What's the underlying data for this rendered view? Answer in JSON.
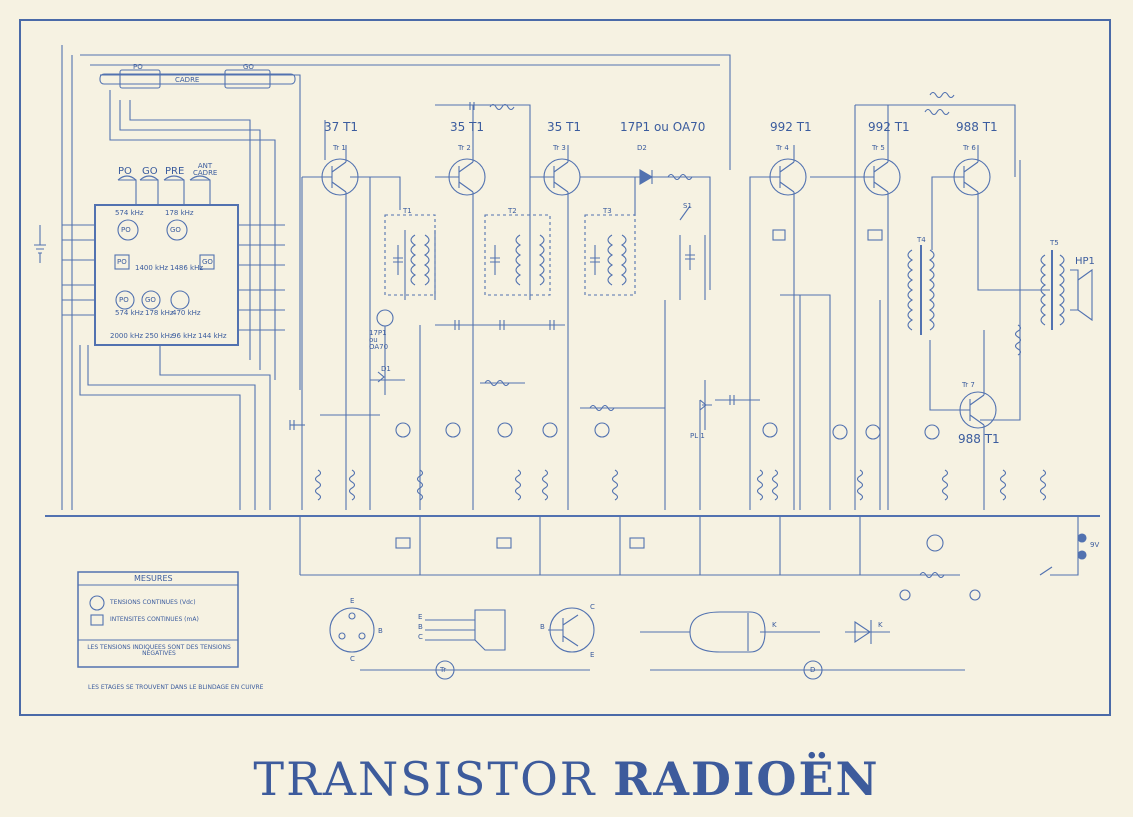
{
  "title": {
    "light": "TRANSISTOR",
    "bold": "RADIOËN"
  },
  "colors": {
    "ink": "#3b5c9e",
    "paper": "#f6f2e2"
  },
  "switch_block": {
    "tabs": [
      "PO",
      "GO",
      "PRE",
      "ANT CADRE"
    ],
    "coils": [
      "PO",
      "GO",
      "PO",
      "GO",
      "PO",
      "GO"
    ],
    "freq_top": [
      "574 kHz",
      "178 kHz"
    ],
    "freq_osc": [
      "1400 kHz",
      "1486 kHz"
    ],
    "freq_bottom": [
      "574 kHz",
      "178 kHz",
      "470 kHz"
    ],
    "freq_last": [
      "2000 kHz",
      "250 kHz",
      "96 kHz",
      "144 kHz"
    ]
  },
  "ferrite": {
    "left": "PO",
    "mid": "CADRE",
    "right": "GO"
  },
  "transistors": [
    {
      "ref": "Tr 1",
      "type": "37 T1"
    },
    {
      "ref": "Tr 2",
      "type": "35 T1"
    },
    {
      "ref": "Tr 3",
      "type": "35 T1"
    },
    {
      "ref": "Tr 4",
      "type": "992 T1"
    },
    {
      "ref": "Tr 5",
      "type": "992 T1"
    },
    {
      "ref": "Tr 6",
      "type": "988 T1"
    },
    {
      "ref": "Tr 7",
      "type": "988 T1"
    }
  ],
  "diode_block": {
    "type": "17P1 ou OA70",
    "ref": "D2"
  },
  "d1_block": {
    "type": "17P1 ou OA70",
    "ref": "D1"
  },
  "transformers": [
    "T1",
    "T2",
    "T3",
    "T4",
    "T5"
  ],
  "switch_s1": "S1",
  "pot": "PL 1",
  "speaker": "HP1",
  "battery_label": "9V",
  "legend": {
    "title": "MESURES",
    "row1": "TENSIONS CONTINUES (Vdc)",
    "row2": "INTENSITES CONTINUES (mA)",
    "note": "LES TENSIONS INDIQUEES SONT DES TENSIONS NEGATIVES"
  },
  "footer_note": "LES ETAGES SE TROUVENT DANS LE BLINDAGE EN CUIVRE",
  "pinout": {
    "tr_pins": [
      "E",
      "B",
      "C"
    ],
    "tr_side_pins": [
      "E",
      "B",
      "C"
    ],
    "tr_symbol_pins": [
      "B",
      "C",
      "E"
    ],
    "tr_circle": "Tr",
    "diode_k": "K",
    "diode_k2": "K",
    "d_circle": "D"
  }
}
